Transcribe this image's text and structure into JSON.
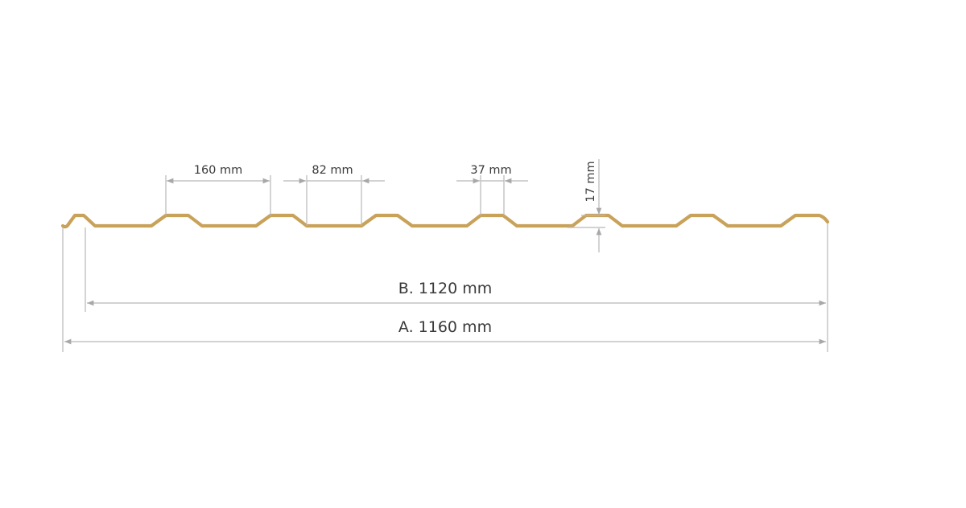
{
  "profile": {
    "color": "#c9a25a",
    "dimension_line_color": "#b7b7b7",
    "label_color": "#3a3a3a"
  },
  "dimensions": {
    "pitch": "160 mm",
    "valley_width": "82 mm",
    "crest_width": "37 mm",
    "height": "17 mm",
    "effective_width": "B. 1120 mm",
    "total_width": "A. 1160 mm"
  }
}
